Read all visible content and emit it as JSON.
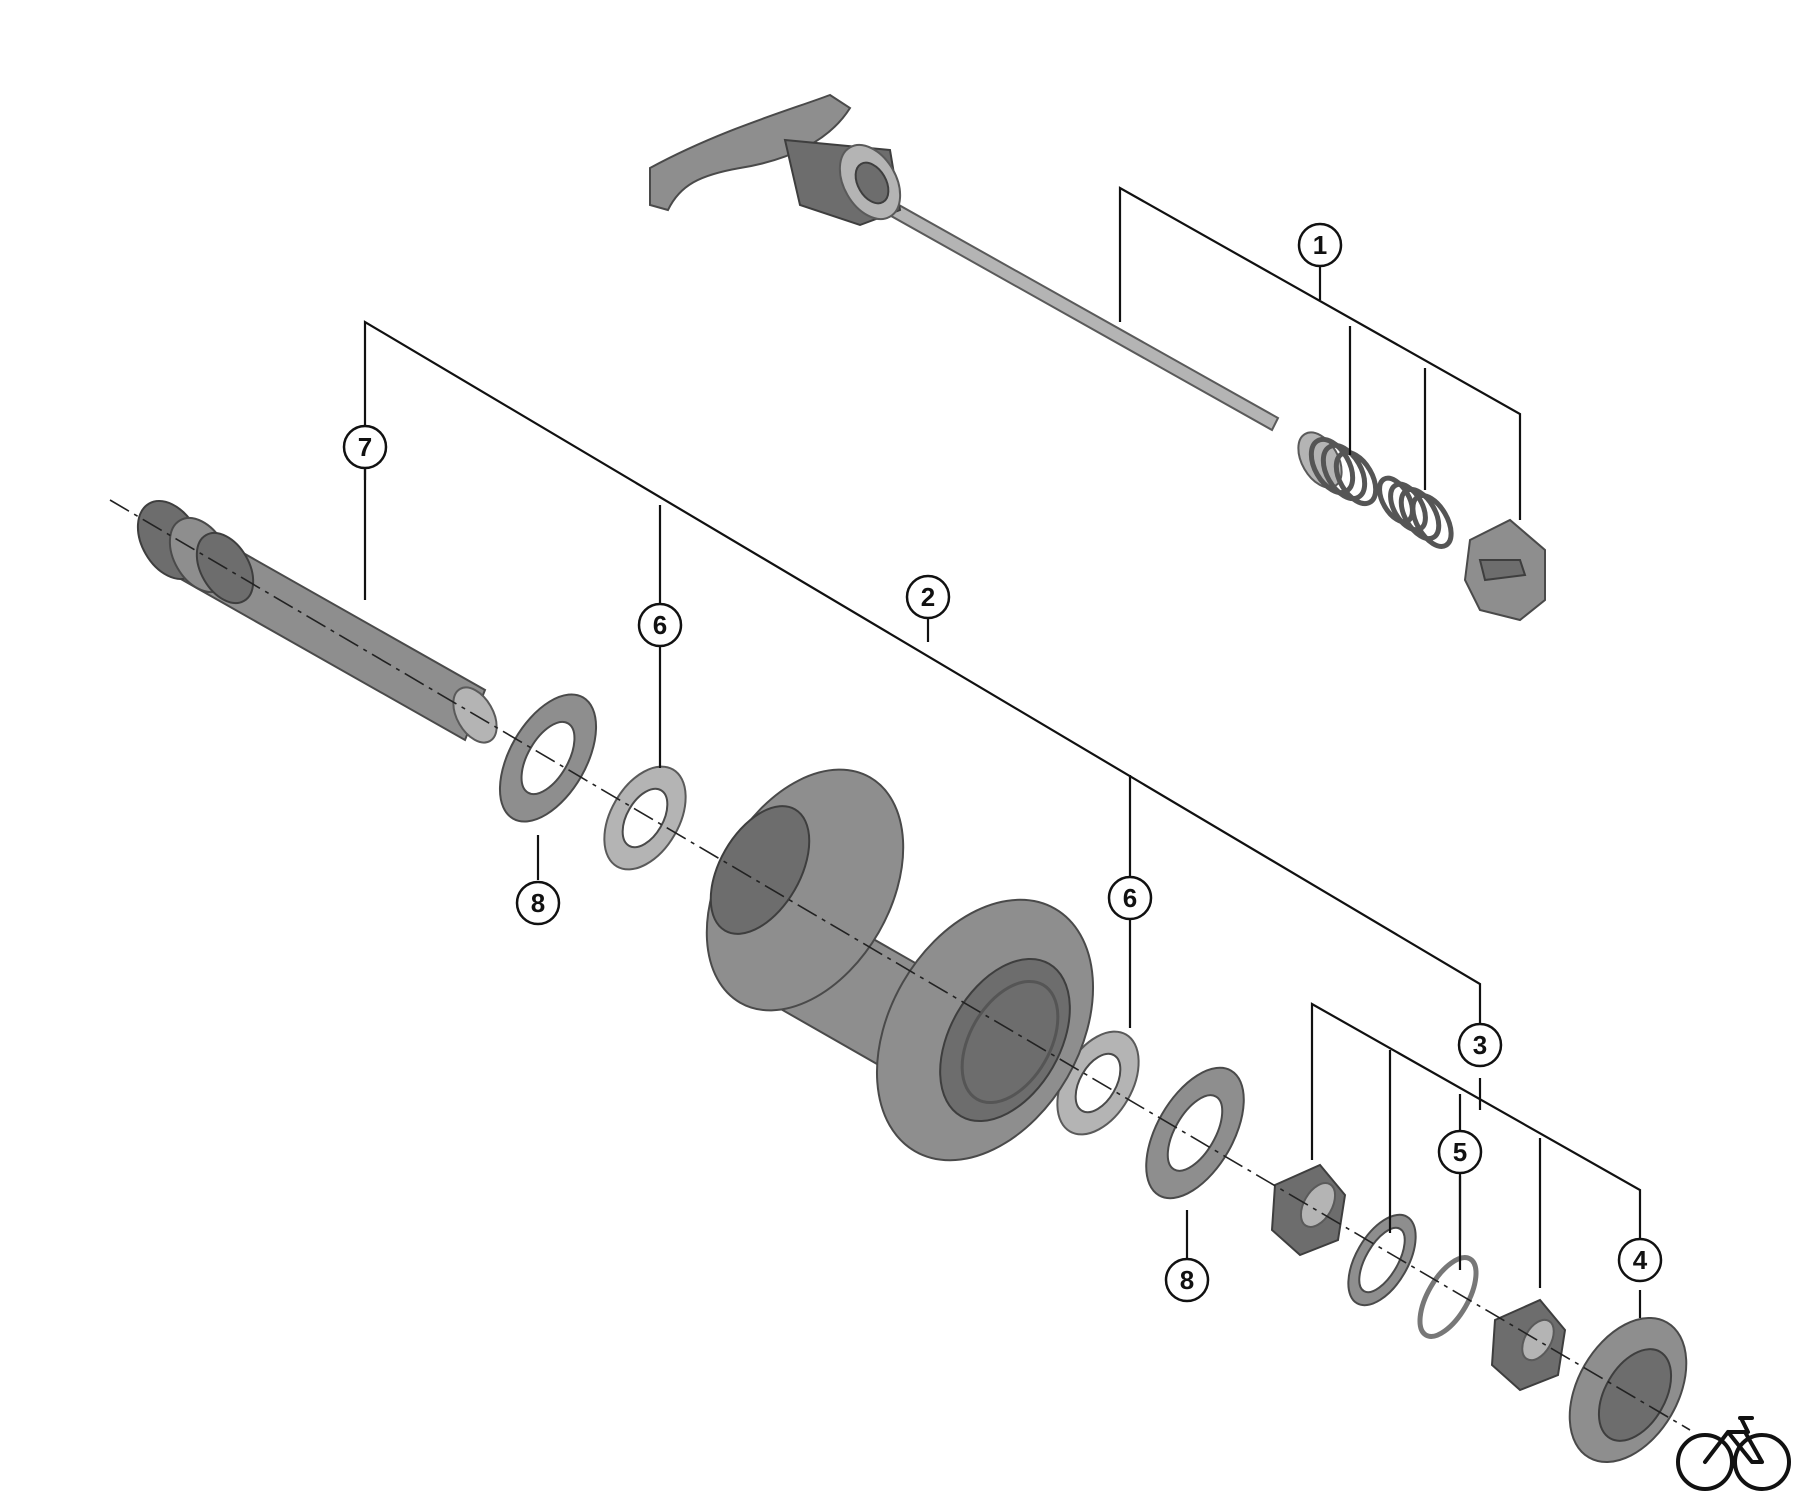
{
  "callouts": [
    {
      "id": "1",
      "label": "1"
    },
    {
      "id": "2",
      "label": "2"
    },
    {
      "id": "3",
      "label": "3"
    },
    {
      "id": "4",
      "label": "4"
    },
    {
      "id": "5",
      "label": "5"
    },
    {
      "id": "6a",
      "label": "6"
    },
    {
      "id": "6b",
      "label": "6"
    },
    {
      "id": "7",
      "label": "7"
    },
    {
      "id": "8a",
      "label": "8"
    },
    {
      "id": "8b",
      "label": "8"
    }
  ],
  "logo": {
    "name": "bicycle-logo-icon"
  }
}
